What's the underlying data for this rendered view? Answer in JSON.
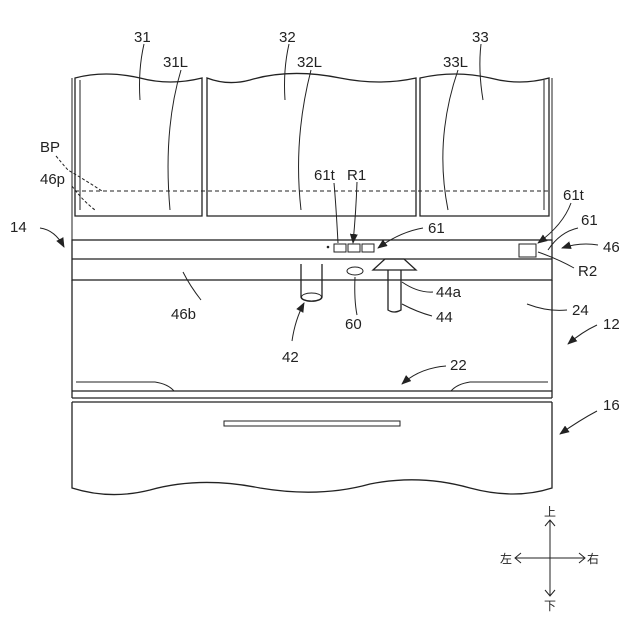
{
  "labels": {
    "ref_31": "31",
    "ref_32": "32",
    "ref_33": "33",
    "ref_31L": "31L",
    "ref_32L": "32L",
    "ref_33L": "33L",
    "ref_BP": "BP",
    "ref_46p": "46p",
    "ref_14": "14",
    "ref_61t_center": "61t",
    "ref_R1": "R1",
    "ref_61_center": "61",
    "ref_61t_right": "61t",
    "ref_61_right": "61",
    "ref_46": "46",
    "ref_R2": "R2",
    "ref_44a": "44a",
    "ref_44": "44",
    "ref_46b": "46b",
    "ref_60": "60",
    "ref_24": "24",
    "ref_12": "12",
    "ref_42": "42",
    "ref_22": "22",
    "ref_16": "16"
  },
  "compass": {
    "up": "上",
    "down": "下",
    "left": "左",
    "right": "右"
  }
}
